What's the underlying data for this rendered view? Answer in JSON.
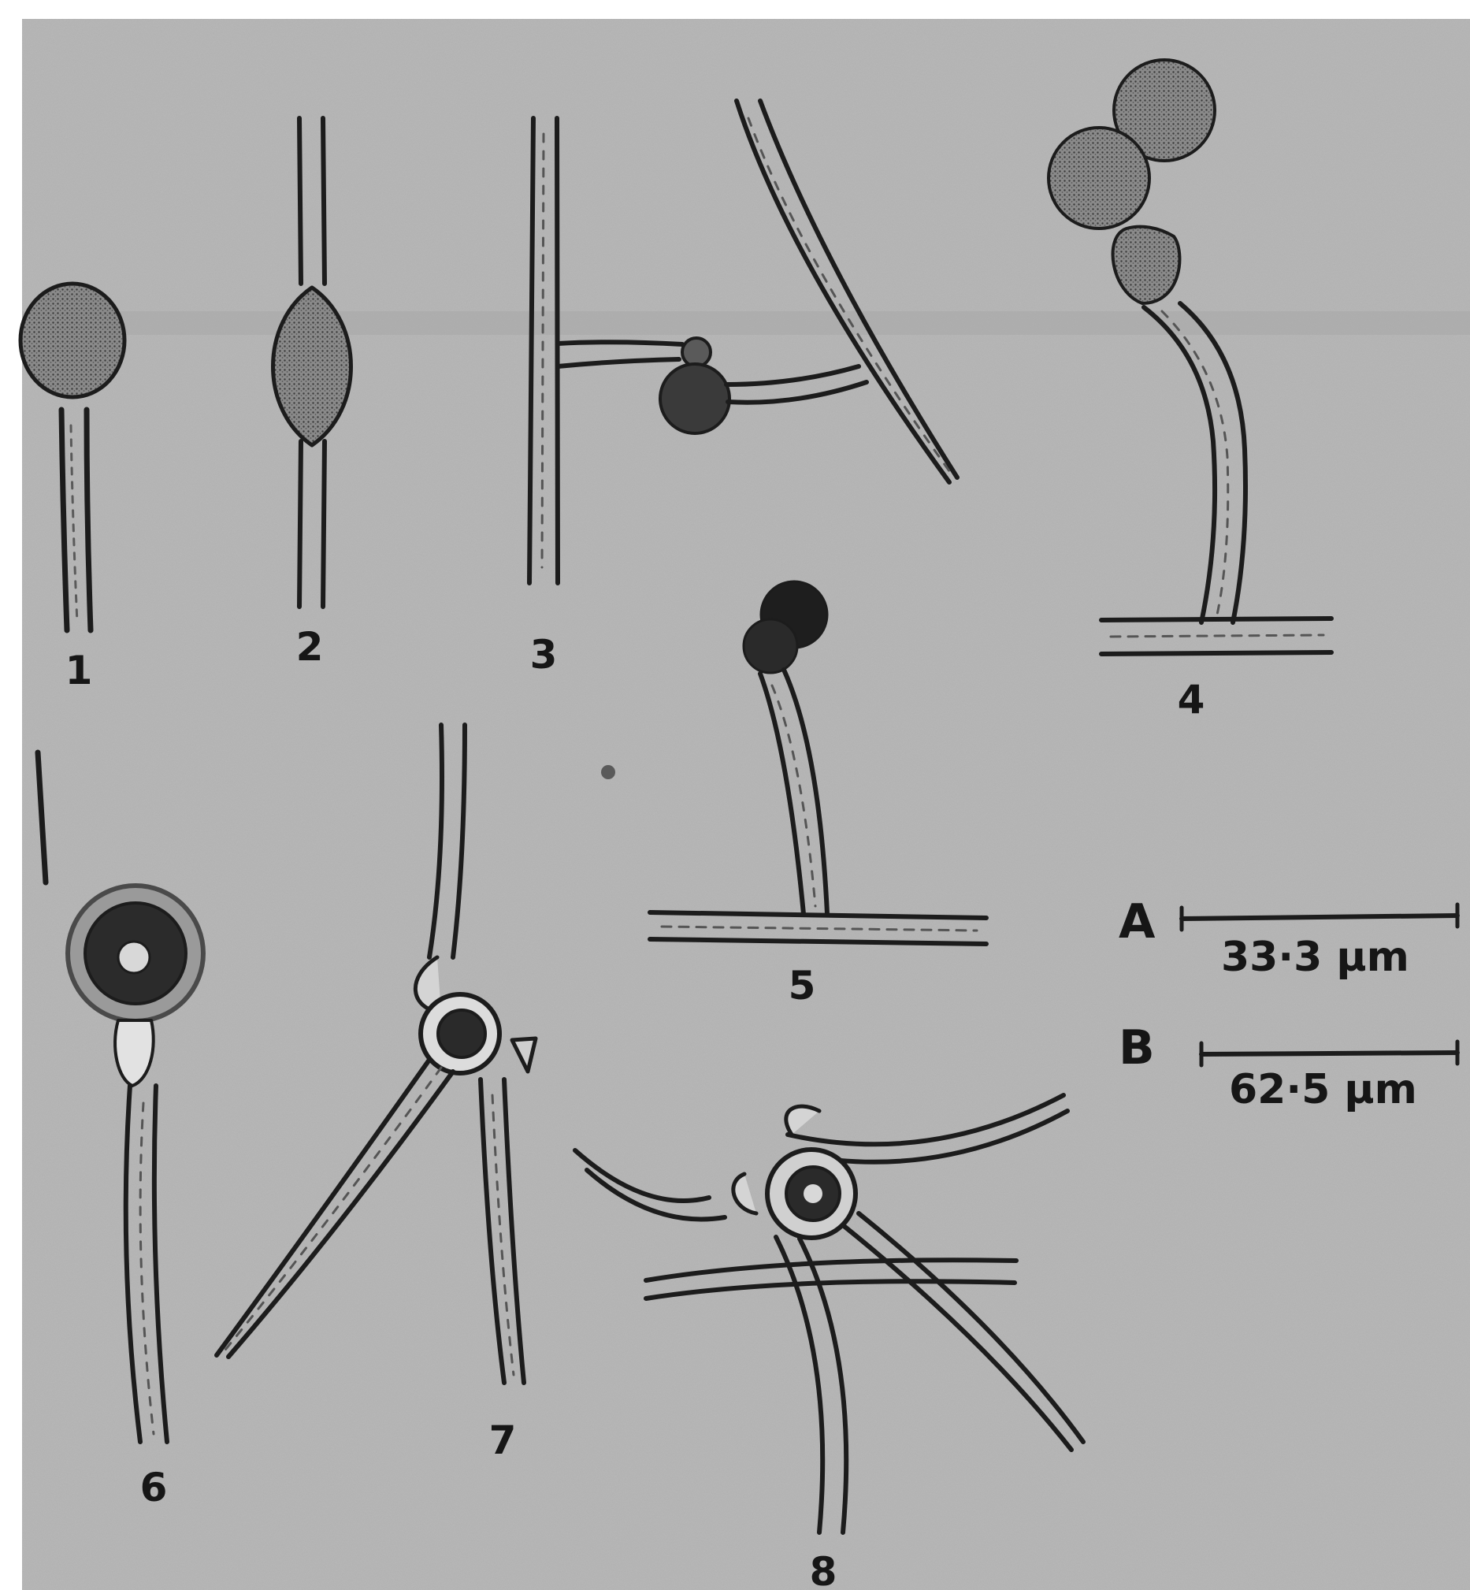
{
  "figures": [
    {
      "id": "fig-1",
      "label": "1"
    },
    {
      "id": "fig-2",
      "label": "2"
    },
    {
      "id": "fig-3",
      "label": "3"
    },
    {
      "id": "fig-4",
      "label": "4"
    },
    {
      "id": "fig-5",
      "label": "5"
    },
    {
      "id": "fig-6",
      "label": "6"
    },
    {
      "id": "fig-7",
      "label": "7"
    },
    {
      "id": "fig-8",
      "label": "8"
    }
  ],
  "scale_bars": [
    {
      "letter": "A",
      "text": "33·3 μm"
    },
    {
      "letter": "B",
      "text": "62·5 μm"
    }
  ],
  "colors": {
    "background": "#b4b4b4",
    "ink": "#1c1c1c",
    "stipple": "#6e6e6e"
  }
}
